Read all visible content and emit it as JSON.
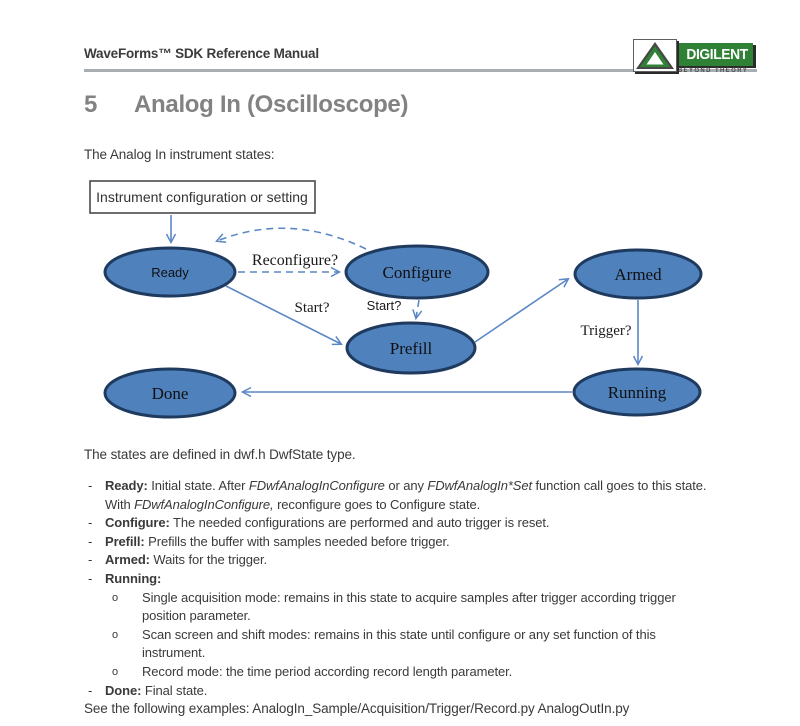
{
  "header": {
    "title": "WaveForms™ SDK Reference Manual",
    "logo_brand": "DIGILENT",
    "logo_tagline": "BEYOND THEORY"
  },
  "heading": {
    "number": "5",
    "title": "Analog In (Oscilloscope)"
  },
  "intro": "The Analog In instrument states:",
  "diagram": {
    "config_box": "Instrument configuration or setting",
    "states": {
      "ready": "Ready",
      "configure": "Configure",
      "prefill": "Prefill",
      "armed": "Armed",
      "running": "Running",
      "done": "Done"
    },
    "edge_labels": {
      "reconfigure": "Reconfigure?",
      "start_from_ready": "Start?",
      "start_from_configure": "Start?",
      "trigger": "Trigger?"
    },
    "colors": {
      "state_fill": "#4f81bd",
      "state_border": "#1f3a5f",
      "arrow": "#5b87c6"
    }
  },
  "states_note": "The states are defined in dwf.h DwfState type.",
  "rows": [
    {
      "m": "-",
      "seg": [
        {
          "t": "Ready:",
          "b": true
        },
        {
          "t": " Initial state. After "
        },
        {
          "t": "FDwfAnalogInConfigure",
          "i": true
        },
        {
          "t": " or any "
        },
        {
          "t": "FDwfAnalogIn*Set",
          "i": true
        },
        {
          "t": " function call goes to this state."
        }
      ]
    },
    {
      "m": "",
      "seg": [
        {
          "t": "With "
        },
        {
          "t": "FDwfAnalogInConfigure,",
          "i": true
        },
        {
          "t": " reconfigure goes to Configure state."
        }
      ]
    },
    {
      "m": "-",
      "seg": [
        {
          "t": "Configure:",
          "b": true
        },
        {
          "t": " The needed configurations are performed and auto trigger is reset."
        }
      ]
    },
    {
      "m": "-",
      "seg": [
        {
          "t": "Prefill:",
          "b": true
        },
        {
          "t": " Prefills the buffer with samples needed before trigger."
        }
      ]
    },
    {
      "m": "-",
      "seg": [
        {
          "t": "Armed:",
          "b": true
        },
        {
          "t": " Waits for the trigger."
        }
      ]
    },
    {
      "m": "-",
      "seg": [
        {
          "t": "Running:",
          "b": true
        }
      ]
    },
    {
      "m": "o",
      "seg": [
        {
          "t": "Single acquisition mode: remains in this state to acquire samples after trigger according trigger"
        }
      ]
    },
    {
      "m": "",
      "seg": [
        {
          "t": "position parameter."
        }
      ]
    },
    {
      "m": "o",
      "seg": [
        {
          "t": "Scan screen and shift modes: remains in this state until configure or any set function of this"
        }
      ]
    },
    {
      "m": "",
      "seg": [
        {
          "t": "instrument."
        }
      ]
    },
    {
      "m": "o",
      "seg": [
        {
          "t": "Record mode: the time period according record length parameter."
        }
      ]
    },
    {
      "m": "-",
      "seg": [
        {
          "t": "Done:",
          "b": true
        },
        {
          "t": " Final state."
        }
      ]
    }
  ],
  "examples": "See the following examples: AnalogIn_Sample/Acquisition/Trigger/Record.py AnalogOutIn.py"
}
